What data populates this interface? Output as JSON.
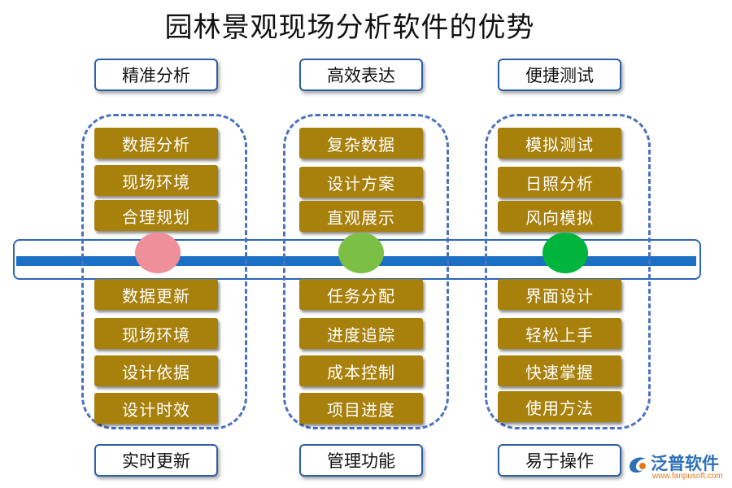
{
  "title": "园林景观现场分析软件的优势",
  "columns": [
    {
      "top_label": "精准分析",
      "bottom_label": "实时更新",
      "upper_items": [
        "数据分析",
        "现场环境",
        "合理规划"
      ],
      "lower_items": [
        "数据更新",
        "现场环境",
        "设计依据",
        "设计时效"
      ],
      "dot_color": "#ef8f9a"
    },
    {
      "top_label": "高效表达",
      "bottom_label": "管理功能",
      "upper_items": [
        "复杂数据",
        "设计方案",
        "直观展示"
      ],
      "lower_items": [
        "任务分配",
        "进度追踪",
        "成本控制",
        "项目进度"
      ],
      "dot_color": "#7bbf44"
    },
    {
      "top_label": "便捷测试",
      "bottom_label": "易于操作",
      "upper_items": [
        "模拟测试",
        "日照分析",
        "风向模拟"
      ],
      "lower_items": [
        "界面设计",
        "轻松上手",
        "快速掌握",
        "使用方法"
      ],
      "dot_color": "#00b43c"
    }
  ],
  "logo": {
    "icon": "fanpu-logo-icon",
    "name": "泛普软件",
    "url": "www.fanpusoft.com"
  },
  "colors": {
    "item_bg": "#a8800c",
    "timeline": "#1b6fc4",
    "border_blue": "#2c5fa6"
  }
}
